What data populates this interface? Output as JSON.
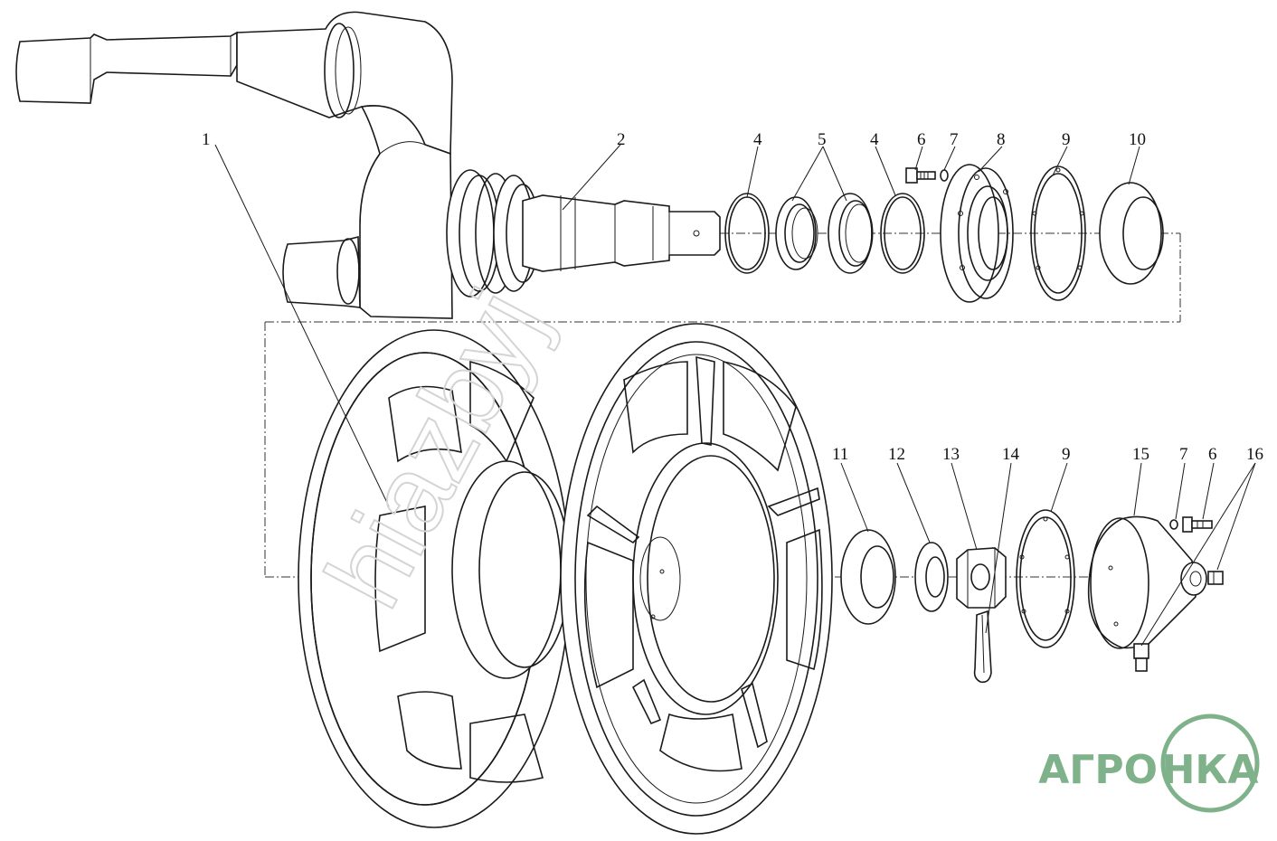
{
  "callouts": [
    {
      "id": "c1",
      "label": "1"
    },
    {
      "id": "c2",
      "label": "2"
    },
    {
      "id": "c4a",
      "label": "4"
    },
    {
      "id": "c5",
      "label": "5"
    },
    {
      "id": "c4b",
      "label": "4"
    },
    {
      "id": "c6a",
      "label": "6"
    },
    {
      "id": "c7a",
      "label": "7"
    },
    {
      "id": "c8",
      "label": "8"
    },
    {
      "id": "c9a",
      "label": "9"
    },
    {
      "id": "c10",
      "label": "10"
    },
    {
      "id": "c11",
      "label": "11"
    },
    {
      "id": "c12",
      "label": "12"
    },
    {
      "id": "c13",
      "label": "13"
    },
    {
      "id": "c14",
      "label": "14"
    },
    {
      "id": "c9b",
      "label": "9"
    },
    {
      "id": "c15",
      "label": "15"
    },
    {
      "id": "c7b",
      "label": "7"
    },
    {
      "id": "c6b",
      "label": "6"
    },
    {
      "id": "c16",
      "label": "16"
    }
  ],
  "watermark": "hiazbyj",
  "logo": {
    "left_text": "АГРО",
    "right_text": "НКА",
    "color": "#7fb28a"
  },
  "colors": {
    "line": "#1a1a1a",
    "background": "#ffffff"
  }
}
